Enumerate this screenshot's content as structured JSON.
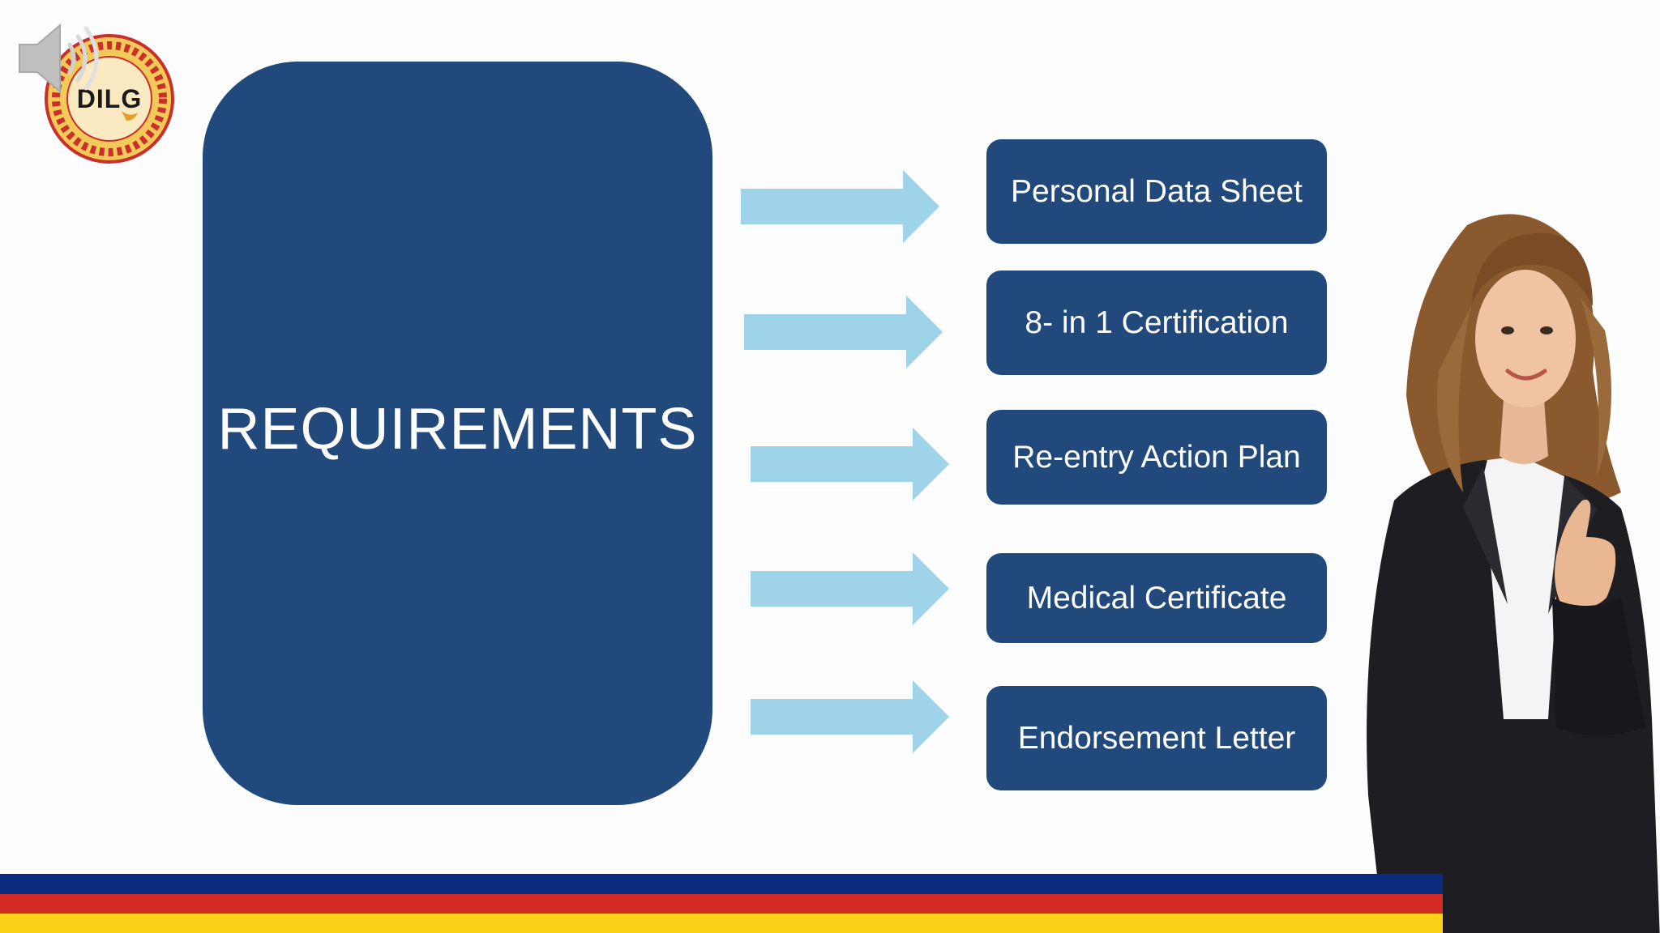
{
  "logo": {
    "text": "DILG",
    "icon": "dilg-seal-icon"
  },
  "speaker": {
    "icon": "speaker-icon"
  },
  "main": {
    "title": "REQUIREMENTS"
  },
  "items": [
    {
      "label": "Personal Data Sheet"
    },
    {
      "label": "8- in 1 Certification"
    },
    {
      "label": "Re-entry Action Plan"
    },
    {
      "label": "Medical Certificate"
    },
    {
      "label": "Endorsement Letter"
    }
  ],
  "colors": {
    "box": "#22497c",
    "arrow": "#9fd3ea",
    "stripe_blue": "#0b2b7f",
    "stripe_red": "#d22b24",
    "stripe_yellow": "#fbd117"
  }
}
